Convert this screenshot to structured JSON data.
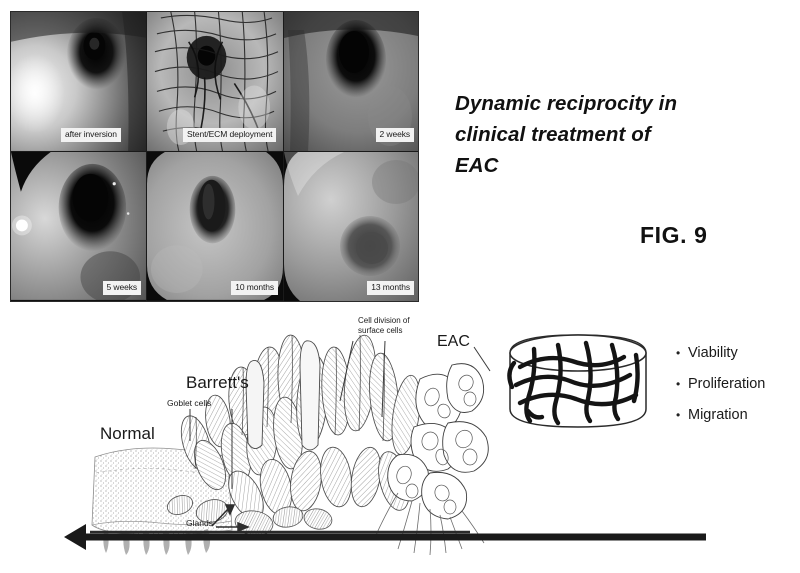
{
  "figure": {
    "number_label": "FIG. 9",
    "title_lines": [
      "Dynamic reciprocity in",
      "clinical treatment of",
      "EAC"
    ]
  },
  "photo_grid": {
    "rows": 2,
    "columns": 3,
    "panels": [
      {
        "caption": "after inversion",
        "position": "top-left",
        "icon": "endoscopy-photo-icon"
      },
      {
        "caption": "Stent/ECM deployment",
        "position": "top-center",
        "icon": "endoscopy-photo-icon"
      },
      {
        "caption": "2 weeks",
        "position": "top-right",
        "icon": "endoscopy-photo-icon"
      },
      {
        "caption": "5 weeks",
        "position": "bottom-left",
        "icon": "endoscopy-photo-icon"
      },
      {
        "caption": "10 months",
        "position": "bottom-center",
        "icon": "endoscopy-photo-icon"
      },
      {
        "caption": "13 months",
        "position": "bottom-right",
        "icon": "endoscopy-photo-icon"
      }
    ]
  },
  "histology_diagram": {
    "labels": {
      "normal": "Normal",
      "barretts": "Barrett's",
      "goblet_cells": "Goblet cells",
      "cell_division_line1": "Cell division of",
      "cell_division_line2": "surface cells",
      "eac": "EAC",
      "glands": "Glands"
    },
    "progression_arrow": {
      "direction": "left",
      "icon": "left-arrow-icon"
    },
    "scaffold": {
      "icon": "ecm-scaffold-cylinder-icon",
      "description": "cylinder with fibrous mesh network"
    }
  },
  "outcomes": {
    "bullet_glyph": "•",
    "items": [
      {
        "label": "Viability"
      },
      {
        "label": "Proliferation"
      },
      {
        "label": "Migration"
      }
    ]
  },
  "colors": {
    "ink": "#1a1a1a",
    "page": "#ffffff",
    "caption_bg": "#f2f2f2"
  }
}
